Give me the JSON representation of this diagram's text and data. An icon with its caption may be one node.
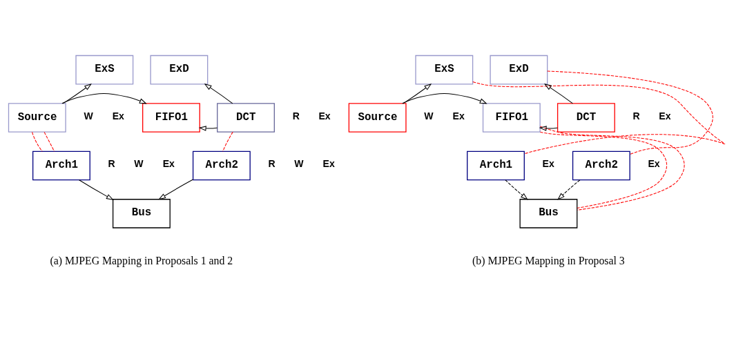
{
  "diagram": {
    "nodes": [
      {
        "text": [
          "ExS"
        ]
      },
      {
        "text": [
          "ExD"
        ]
      },
      {
        "text": [
          "Source"
        ]
      },
      {
        "text": [
          "FIFO1"
        ]
      },
      {
        "text": [
          "DCT"
        ]
      },
      {
        "text": [
          "Arch1"
        ]
      },
      {
        "text": [
          "Arch2"
        ]
      },
      {
        "text": [
          "Bus"
        ]
      },
      {
        "text": [
          "ExS"
        ]
      },
      {
        "text": [
          "ExD"
        ]
      },
      {
        "text": [
          "Source"
        ]
      },
      {
        "text": [
          "FIFO1"
        ]
      },
      {
        "text": [
          "DCT"
        ]
      },
      {
        "text": [
          "Arch1"
        ]
      },
      {
        "text": [
          "Arch2"
        ]
      },
      {
        "text": [
          "Bus"
        ]
      }
    ],
    "edges": [
      {
        "from": 2,
        "to": 0,
        "arrow": "to"
      },
      {
        "from": 2,
        "to": 3,
        "arrow": "to"
      },
      {
        "from": 4,
        "to": 3,
        "arrow": "to"
      },
      {
        "from": 4,
        "to": 1,
        "arrow": "to"
      },
      {
        "from": 2,
        "to": 5,
        "arrow": "none",
        "style": "dashed",
        "color": "#ff0000"
      },
      {
        "from": 2,
        "to": 5,
        "arrow": "none",
        "style": "dashed",
        "color": "#ff0000"
      },
      {
        "from": 4,
        "to": 6,
        "arrow": "none",
        "style": "dashed",
        "color": "#ff0000"
      },
      {
        "from": 5,
        "to": 7,
        "arrow": "to"
      },
      {
        "from": 6,
        "to": 7,
        "arrow": "to"
      },
      {
        "from": 10,
        "to": 8,
        "arrow": "to"
      },
      {
        "from": 10,
        "to": 11,
        "arrow": "to"
      },
      {
        "from": 12,
        "to": 11,
        "arrow": "to"
      },
      {
        "from": 12,
        "to": 9,
        "arrow": "to"
      },
      {
        "from": 8,
        "to": 13,
        "arrow": "none",
        "style": "dashed",
        "color": "#ff0000"
      },
      {
        "from": 11,
        "to": 15,
        "arrow": "none",
        "style": "dashed",
        "color": "#ff0000"
      },
      {
        "from": 11,
        "to": 15,
        "arrow": "none",
        "style": "dashed",
        "color": "#ff0000"
      },
      {
        "from": 9,
        "to": 14,
        "arrow": "none",
        "style": "dashed",
        "color": "#ff0000"
      },
      {
        "from": 13,
        "to": 15,
        "arrow": "to",
        "style": "dashed"
      },
      {
        "from": 14,
        "to": 15,
        "arrow": "to",
        "style": "dashed"
      }
    ],
    "labels": [
      "Ex",
      "Ex",
      "W",
      "R",
      "Ex",
      "W",
      "R",
      "Ex",
      "W",
      "R",
      "(a) MJPEG Mapping in Proposals 1 and 2",
      "Ex",
      "Ex",
      "W",
      "R",
      "Ex",
      "Ex",
      "(b) MJPEG Mapping in Proposal 3"
    ]
  }
}
